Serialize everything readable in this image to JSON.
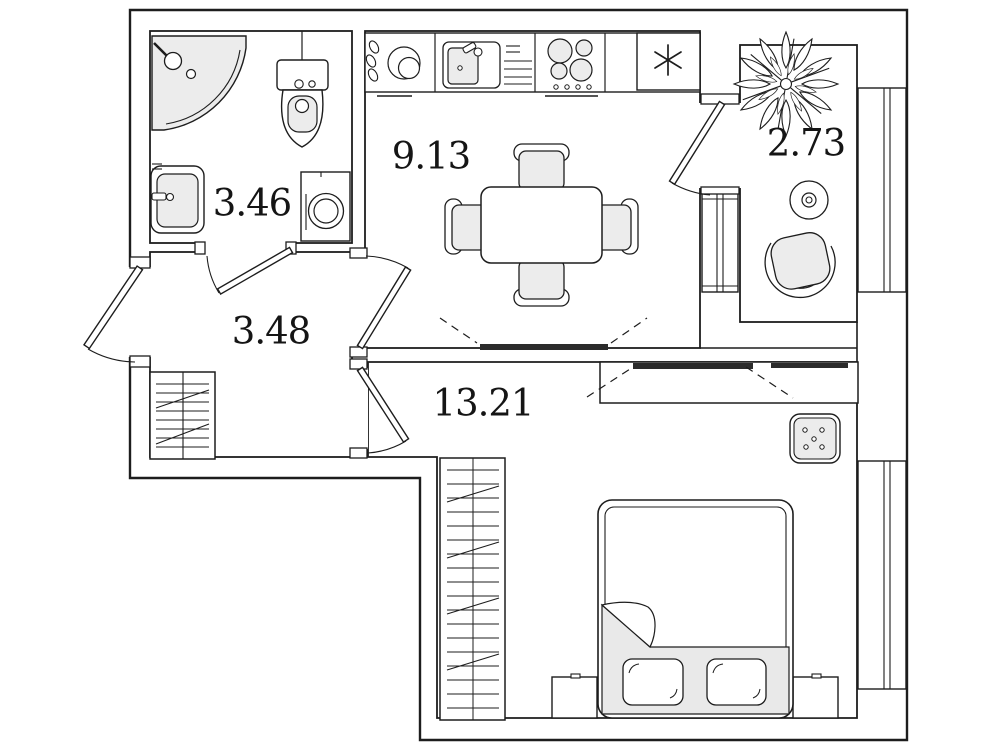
{
  "plan": {
    "type": "apartment-floor-plan",
    "rooms": {
      "bathroom": {
        "name": "bathroom",
        "area": "3.46"
      },
      "kitchen": {
        "name": "kitchen",
        "area": "9.13"
      },
      "balcony": {
        "name": "balcony",
        "area": "2.73"
      },
      "hallway": {
        "name": "hallway",
        "area": "3.48"
      },
      "living_room": {
        "name": "living-room",
        "area": "13.21"
      }
    },
    "fixtures": [
      "corner-shower",
      "toilet",
      "bathroom-sink",
      "washing-machine",
      "kitchen-counter",
      "dish-rack",
      "kitchen-sink",
      "stove",
      "oven-handle",
      "refrigerator-asterisk",
      "dining-table",
      "dining-chairs",
      "balcony-plant",
      "balcony-round-table",
      "balcony-chair",
      "entry-door",
      "bathroom-door",
      "kitchen-door",
      "living-room-door",
      "balcony-door",
      "hallway-closet",
      "bedroom-wardrobe",
      "sliding-wardrobe",
      "pouf",
      "double-bed",
      "pillows",
      "nightstand-left",
      "nightstand-right",
      "balcony-window",
      "bedroom-window",
      "kitchen-balcony-window"
    ],
    "colors": {
      "wall": "#1d1d1d",
      "fixture_fill": "#ececec",
      "blanket_fill": "#e9e9e9",
      "dark_bar": "#2b2b2b",
      "background": "#ffffff"
    }
  }
}
